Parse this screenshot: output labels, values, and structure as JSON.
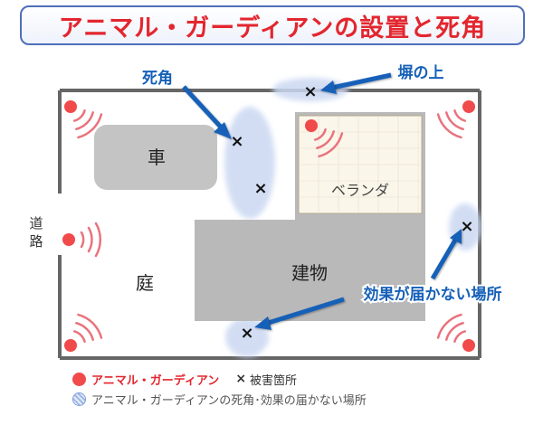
{
  "title": "アニマル・ガーディアンの設置と死角",
  "labels": {
    "car": "車",
    "garden": "庭",
    "building": "建物",
    "veranda": "ベランダ",
    "road": [
      "道",
      "路"
    ]
  },
  "callouts": {
    "blind_spot": "死角",
    "on_wall": "塀の上",
    "no_effect": "効果が届かない場所"
  },
  "legend": {
    "device": "アニマル・ガーディアン",
    "damage": "被害箇所",
    "damage_mark": "×",
    "blind": "アニマル・ガーディアンの死角･効果の届かない場所"
  },
  "colors": {
    "title_red": "#e3262f",
    "device_red": "#f04a4a",
    "wave_pink": "#e8737d",
    "blind_blue": "#8fb0e8",
    "arrow_blue": "#1560b8",
    "building_gray": "#b9b9b9"
  },
  "icons": [
    "device-dot-icon",
    "wave-icon",
    "damage-x-icon",
    "arrow-icon"
  ]
}
